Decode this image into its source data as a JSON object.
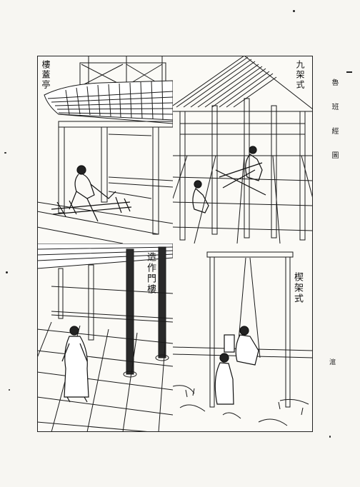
{
  "panels": {
    "top_left": {
      "caption": "樓蓋亭"
    },
    "top_right": {
      "caption": "九架式"
    },
    "bottom_left": {
      "caption": "造作門樓"
    },
    "bottom_right": {
      "caption": "楔架式"
    }
  },
  "margin": {
    "book_title": "魯班經圖",
    "folio": "滬"
  },
  "colors": {
    "ink": "#1a1a1a",
    "paper": "#f7f6f2"
  }
}
